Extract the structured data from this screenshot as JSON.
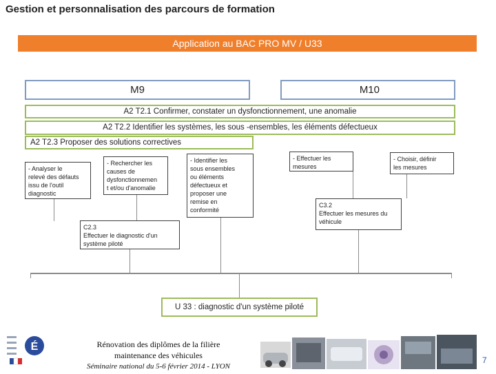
{
  "title": "Gestion et personnalisation des parcours de formation",
  "banner": "Application au BAC PRO MV / U33",
  "modules": {
    "m9": "M9",
    "m10": "M10"
  },
  "tasks": {
    "t21": "A2 T2.1 Confirmer, constater un dysfonctionnement, une anomalie",
    "t22": "A2 T2.2 Identifier les systèmes, les sous -ensembles, les éléments défectueux",
    "t23": "A2 T2.3 Proposer des solutions correctives"
  },
  "activities": {
    "analyser": "- Analyser le\nrelevé des défauts\nissu de l'outil\ndiagnostic",
    "rechercher": "- Rechercher les\ncauses de\ndysfonctionnemen\nt et/ou d'anomalie",
    "identifier": "- Identifier les\nsous ensembles\nou éléments\ndéfectueux et\nproposer une\nremise en\nconformité",
    "effectuer": "- Effectuer les\nmesures",
    "choisir": "- Choisir, définir\nles mesures"
  },
  "competences": {
    "c23": "C2.3\nEffectuer le diagnostic d'un\nsystème piloté",
    "c32": "C3.2\nEffectuer les mesures du\nvéhicule"
  },
  "unit": "U 33 : diagnostic d'un système piloté",
  "footer": {
    "title": "Rénovation des diplômes de la filière\nmaintenance des véhicules",
    "subtitle": "Séminaire national du 5-6 février 2014 - LYON",
    "page": "7"
  },
  "colors": {
    "banner": "#f07f2c",
    "module_border": "#7f9bbf",
    "task_border": "#9cbb58",
    "page_number": "#2f5aa0"
  }
}
